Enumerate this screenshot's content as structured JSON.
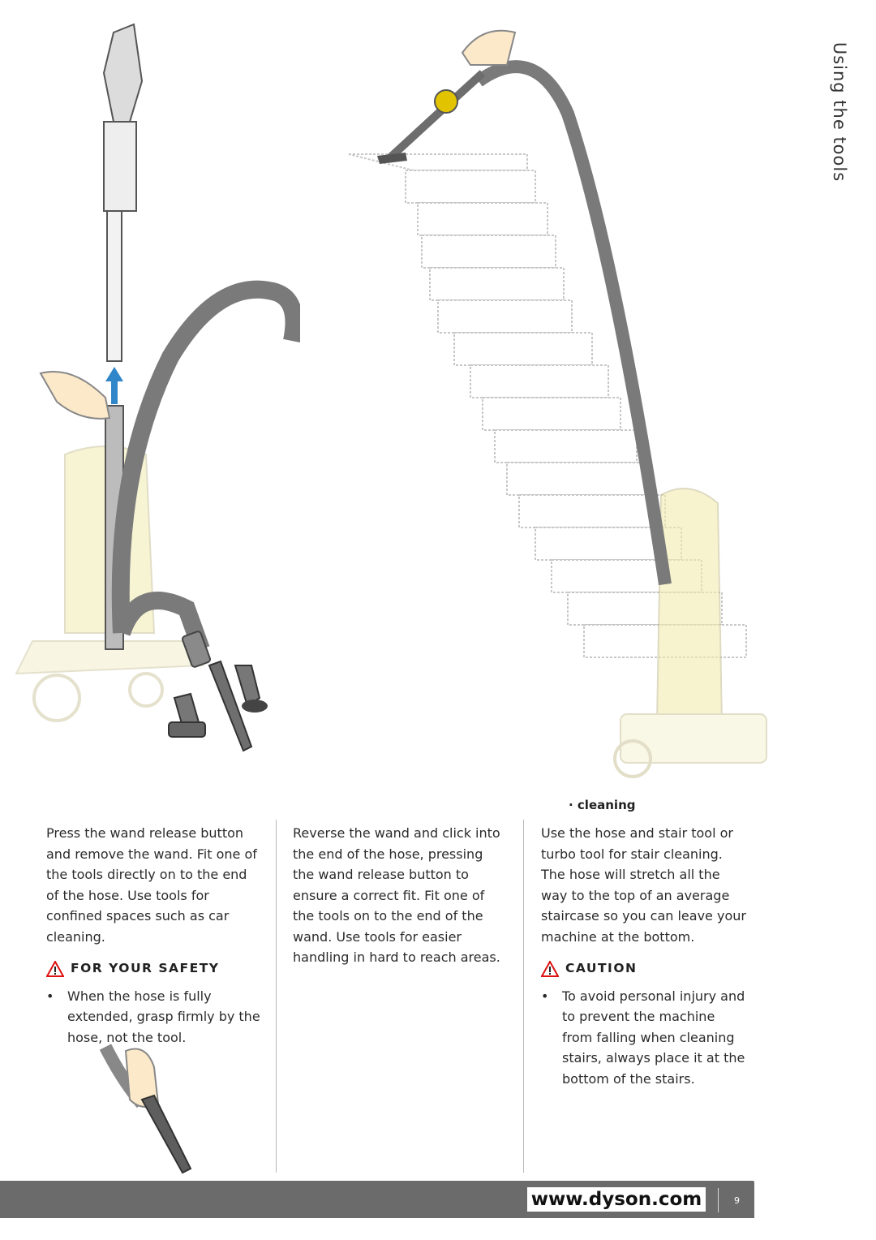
{
  "page": {
    "side_title": "Using the tools",
    "page_number": "9",
    "footer_url": "www.dyson.com"
  },
  "columns": {
    "col1": {
      "body": "Press the wand release button and remove the wand. Fit one of the tools directly on to the end of the hose. Use tools for confined spaces such as car cleaning.",
      "warning_title": "FOR YOUR SAFETY",
      "bullet": "When the hose is fully extended, grasp firmly by the hose, not the tool."
    },
    "col2": {
      "body": "Reverse the wand and click into the end of the hose, pressing the wand release button to ensure a correct fit. Fit one of the tools on to the end of the wand. Use tools for easier handling in hard to reach areas."
    },
    "col3": {
      "subheading": "· cleaning",
      "body": "Use the hose and stair tool or turbo tool for stair cleaning. The hose will stretch all the way to the top of an average staircase so you can leave your machine at the bottom.",
      "warning_title": "CAUTION",
      "bullet": "To avoid personal injury and to prevent the machine from falling when cleaning stairs, always place it at the bottom of the stairs."
    }
  },
  "colors": {
    "footer_bar": "#6b6b6b",
    "hose_gray": "#7a7a7a",
    "machine_yellow": "#f2ecb0",
    "arrow_blue": "#2f86c8"
  }
}
